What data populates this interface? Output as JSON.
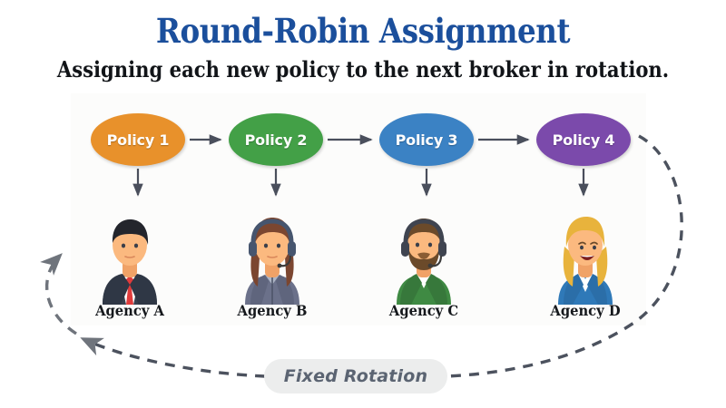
{
  "header": {
    "title": "Round-Robin Assignment",
    "subtitle": "Assigning each new policy to the next broker in rotation.",
    "title_color": "#1b4f9c",
    "subtitle_color": "#111418"
  },
  "diagram": {
    "policies": [
      {
        "label": "Policy 1",
        "color": "#e8912b"
      },
      {
        "label": "Policy 2",
        "color": "#43a047"
      },
      {
        "label": "Policy 3",
        "color": "#3b82c4"
      },
      {
        "label": "Policy 4",
        "color": "#7b4aab"
      }
    ],
    "agencies": [
      {
        "label": "Agency A",
        "avatar": "businessman-avatar-icon",
        "shirt_color": "#38404f",
        "accent_color": "#e03b3b"
      },
      {
        "label": "Agency B",
        "avatar": "headset-woman-avatar-icon",
        "shirt_color": "#6b718a",
        "accent_color": "#4a5b7a"
      },
      {
        "label": "Agency C",
        "avatar": "headset-bearded-man-avatar-icon",
        "shirt_color": "#3f8a43",
        "accent_color": "#6b4a2a"
      },
      {
        "label": "Agency D",
        "avatar": "blonde-woman-avatar-icon",
        "shirt_color": "#2f79b8",
        "accent_color": "#e8b33c"
      }
    ],
    "flow_arrow_color": "#4a4f5c",
    "loop_arrow_color": "#4c525e",
    "loop_style": "dashed",
    "badge": {
      "label": "Fixed Rotation",
      "background": "#eceded",
      "text_color": "#5b6472"
    }
  }
}
